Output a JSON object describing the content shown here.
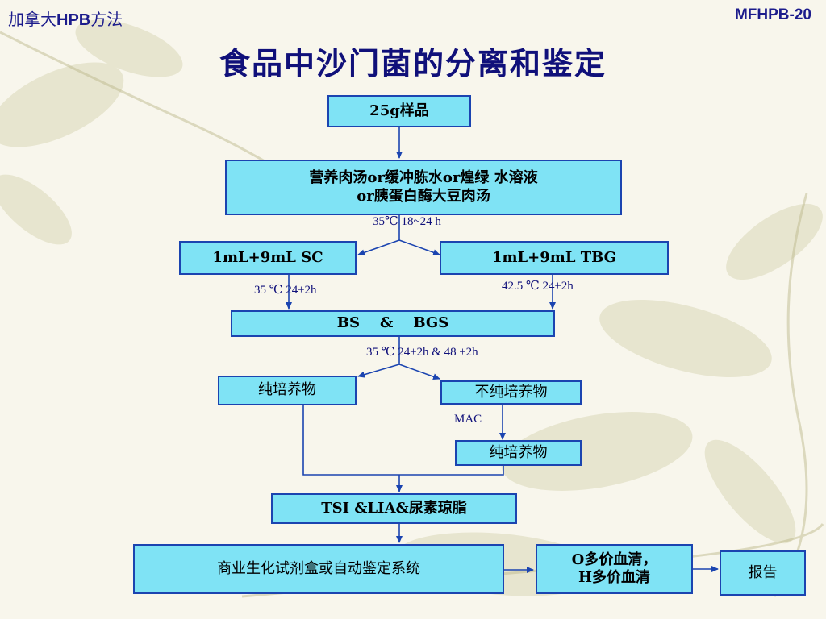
{
  "header": {
    "left_cn": "加拿大",
    "left_bold": "HPB",
    "left_cn2": "方法",
    "right": "MFHPB-20"
  },
  "title": "食品中沙门菌的分离和鉴定",
  "nodes": {
    "sample": "25g样品",
    "preenrich_line1": "营养肉汤or缓冲胨水or煌绿 水溶液",
    "preenrich_line2": "or胰蛋白酶大豆肉汤",
    "sc": "1mL+9mL SC",
    "tbg": "1mL+9mL TBG",
    "bs_bgs": "BS    &    BGS",
    "pure1": "纯培养物",
    "impure": "不纯培养物",
    "pure2": "纯培养物",
    "tsi": "TSI &LIA&尿素琼脂",
    "kit": "商业生化试剂盒或自动鉴定系统",
    "sera_line1": "O多价血清，",
    "sera_line2": "H多价血清",
    "report": "报告"
  },
  "conditions": {
    "c1": "35℃ 18~24 h",
    "c_sc": "35 ℃  24±2h",
    "c_tbg": "42.5 ℃    24±2h",
    "c_bs": "35 ℃  24±2h & 48 ±2h",
    "mac": "MAC"
  },
  "colors": {
    "box_fill": "#7fe3f5",
    "box_border": "#1b44b0",
    "arrow": "#1b44b0",
    "title": "#10107a"
  }
}
